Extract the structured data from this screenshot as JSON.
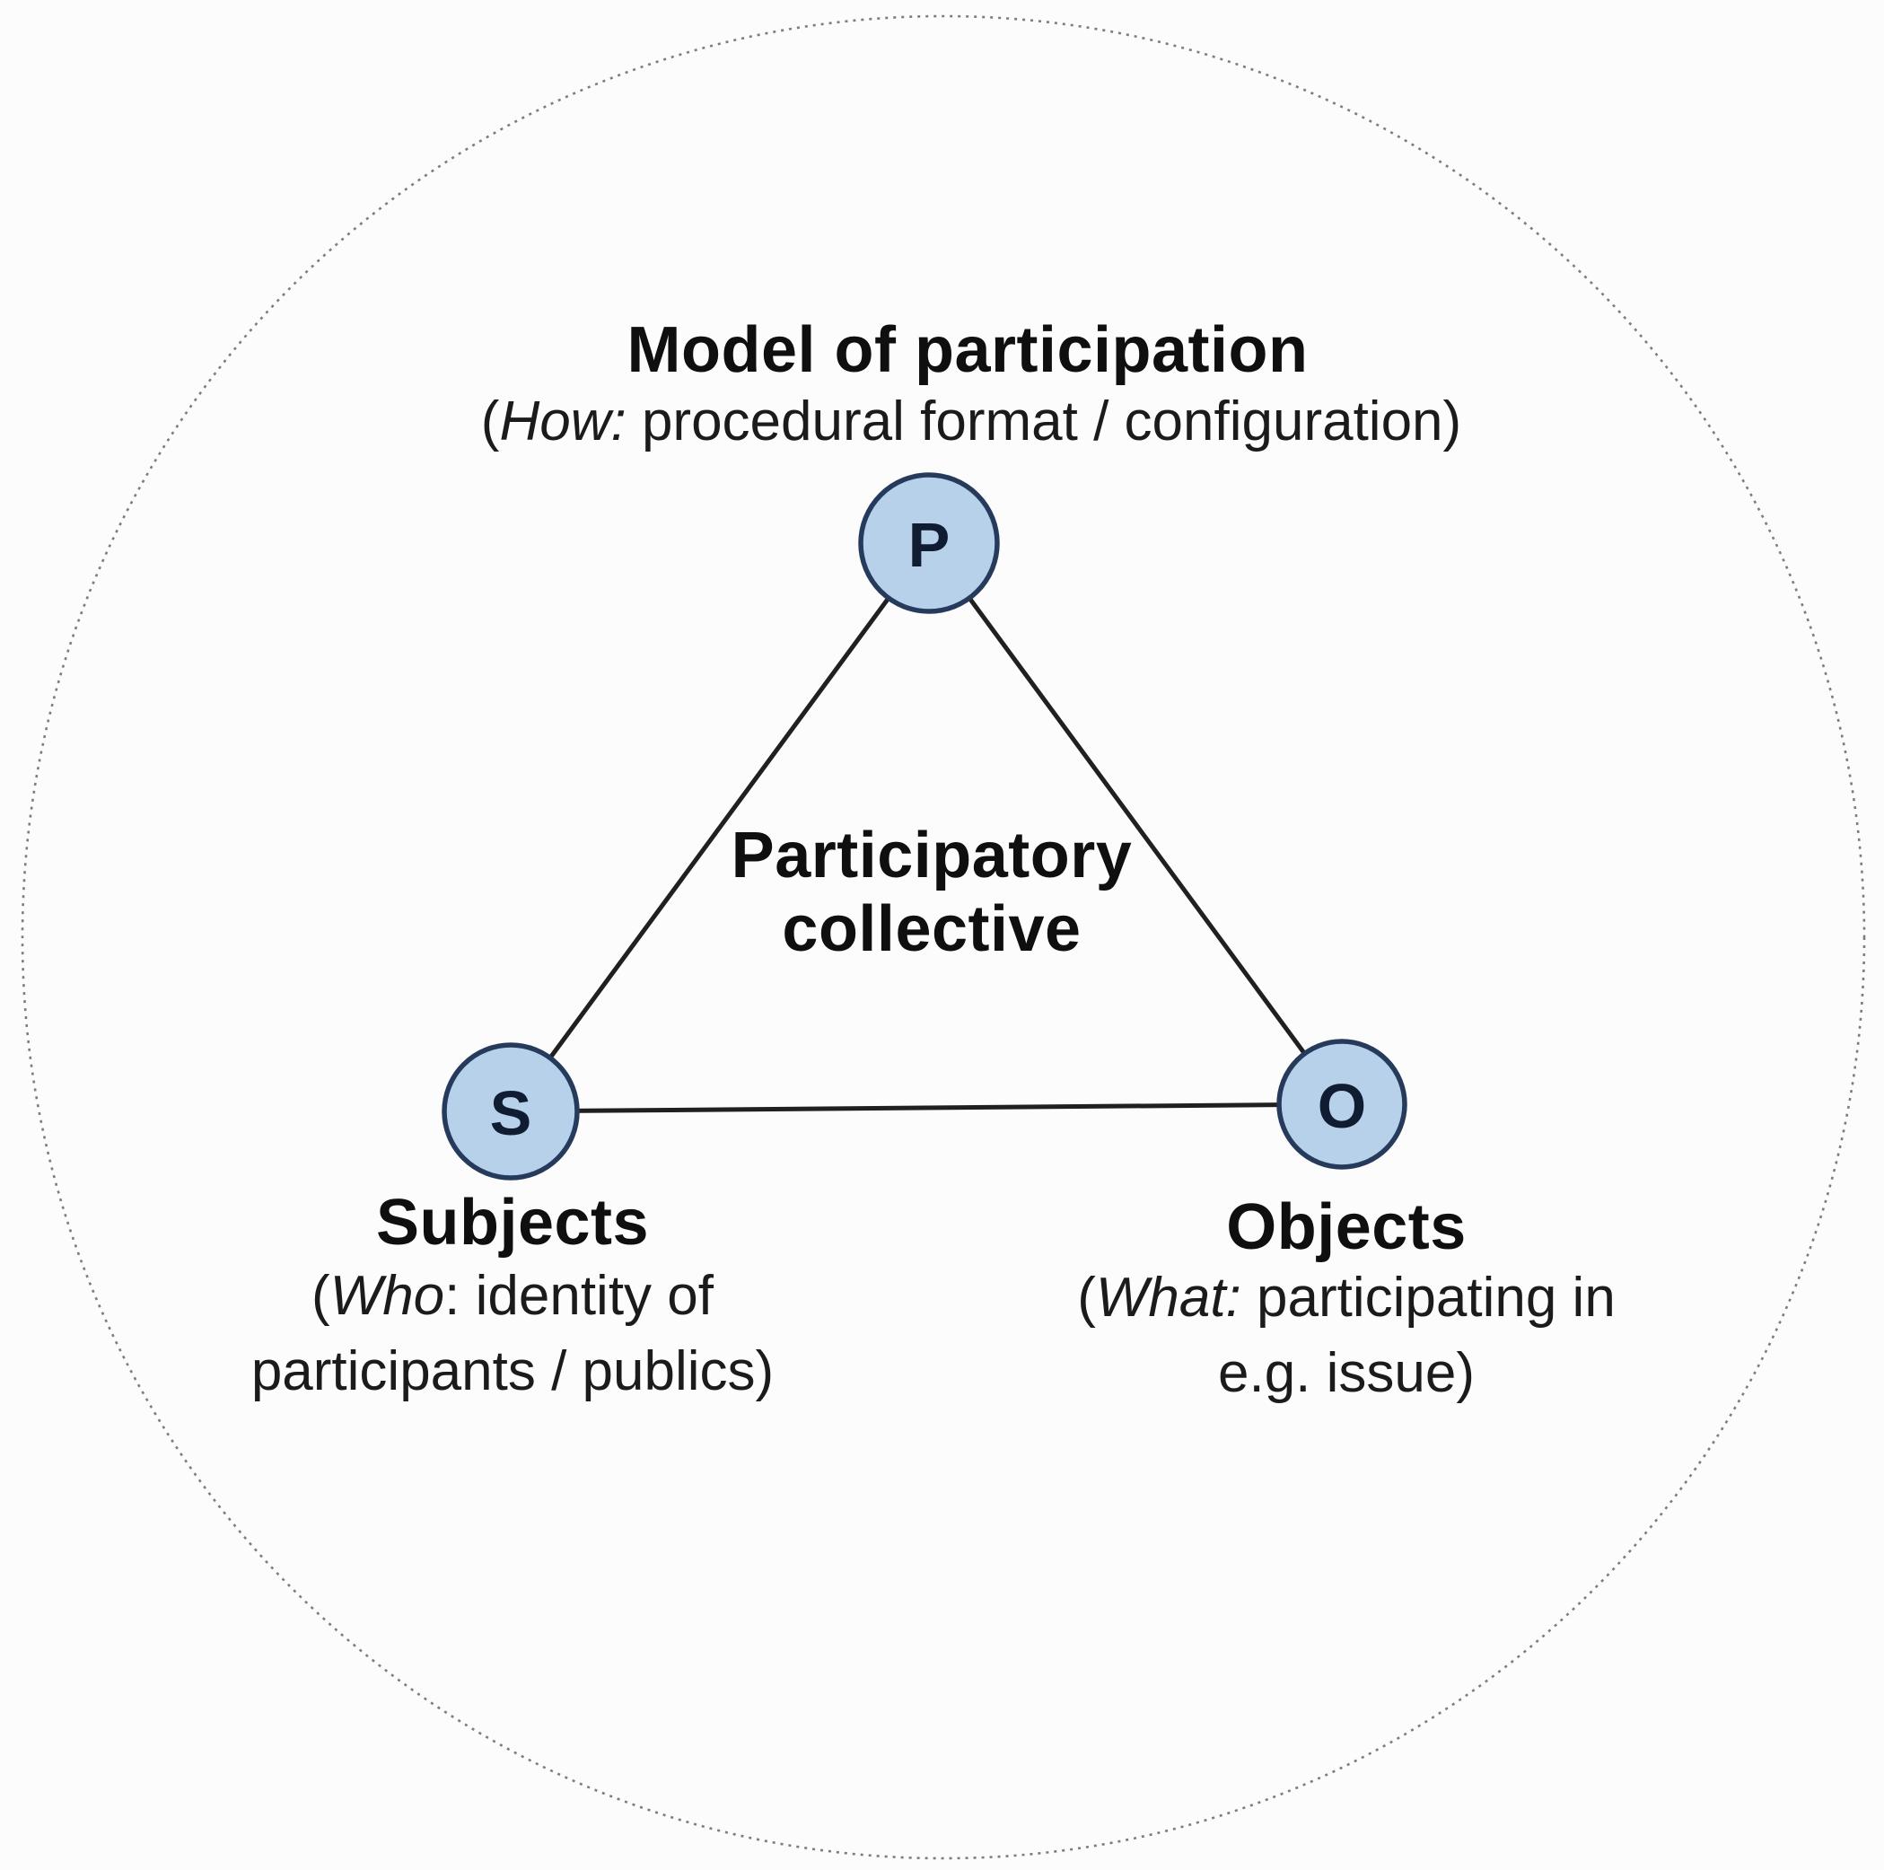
{
  "diagram": {
    "top_label": {
      "title": "Model of participation",
      "sub_pre": "(",
      "sub_italic": "How:",
      "sub_rest": " procedural format / configuration)"
    },
    "center_label": {
      "line1": "Participatory",
      "line2": "collective"
    },
    "left_label": {
      "title": "Subjects",
      "sub_pre": "(",
      "sub_italic": "Who",
      "sub_rest1": ": identity of",
      "sub_line2": "participants / publics)"
    },
    "right_label": {
      "title": "Objects",
      "sub_pre": "(",
      "sub_italic": "What:",
      "sub_rest1": " participating in",
      "sub_line2": "e.g. issue)"
    },
    "nodes": {
      "top": "P",
      "left": "S",
      "right": "O"
    },
    "colors": {
      "node_fill": "#b7d1eb",
      "node_border": "#263a5c",
      "node_letter": "#101c31",
      "triangle_edge": "#202020",
      "outer_ring": "#7d7d7d"
    }
  }
}
